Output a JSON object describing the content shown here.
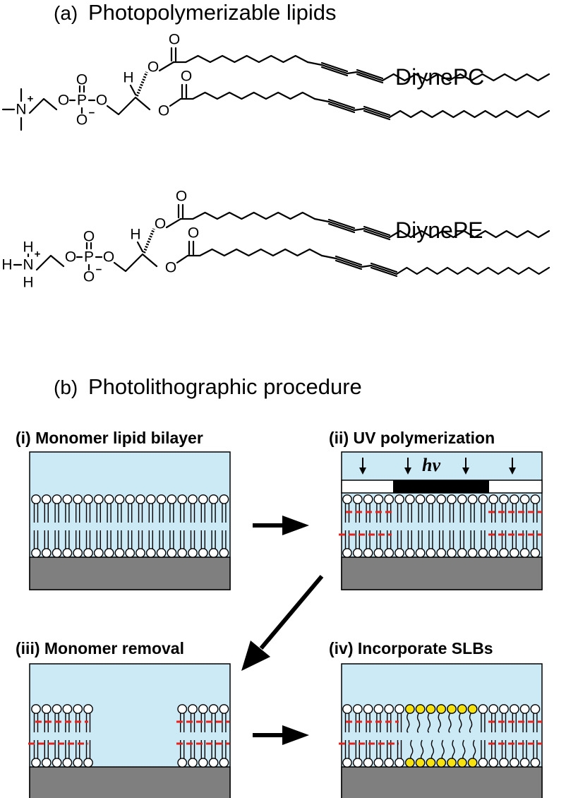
{
  "section_a": {
    "tag": "(a)",
    "title": "Photopolymerizable lipids"
  },
  "section_b": {
    "tag": "(b)",
    "title": "Photolithographic procedure"
  },
  "molecules": [
    {
      "name": "DiynePC",
      "head": "choline",
      "atoms": {
        "N": "N",
        "plus": "+",
        "O": "O",
        "P": "P",
        "minus": "−",
        "H": "H"
      }
    },
    {
      "name": "DiynePE",
      "head": "ethanolamine",
      "atoms": {
        "N": "N",
        "plus": "+",
        "O": "O",
        "P": "P",
        "minus": "−",
        "H": "H"
      }
    }
  ],
  "panels": [
    {
      "label": "(i) Monomer lipid bilayer"
    },
    {
      "label": "(ii) UV polymerization",
      "light": "hν"
    },
    {
      "label": "(iii) Monomer removal"
    },
    {
      "label": "(iv) Incorporate SLBs"
    }
  ],
  "colors": {
    "water": "#cce9f6",
    "substrate": "#7f7f7f",
    "polymer_crosslink": "#e8231d",
    "fluid_lipid_head": "#f5e20e",
    "mask": "#000000"
  }
}
